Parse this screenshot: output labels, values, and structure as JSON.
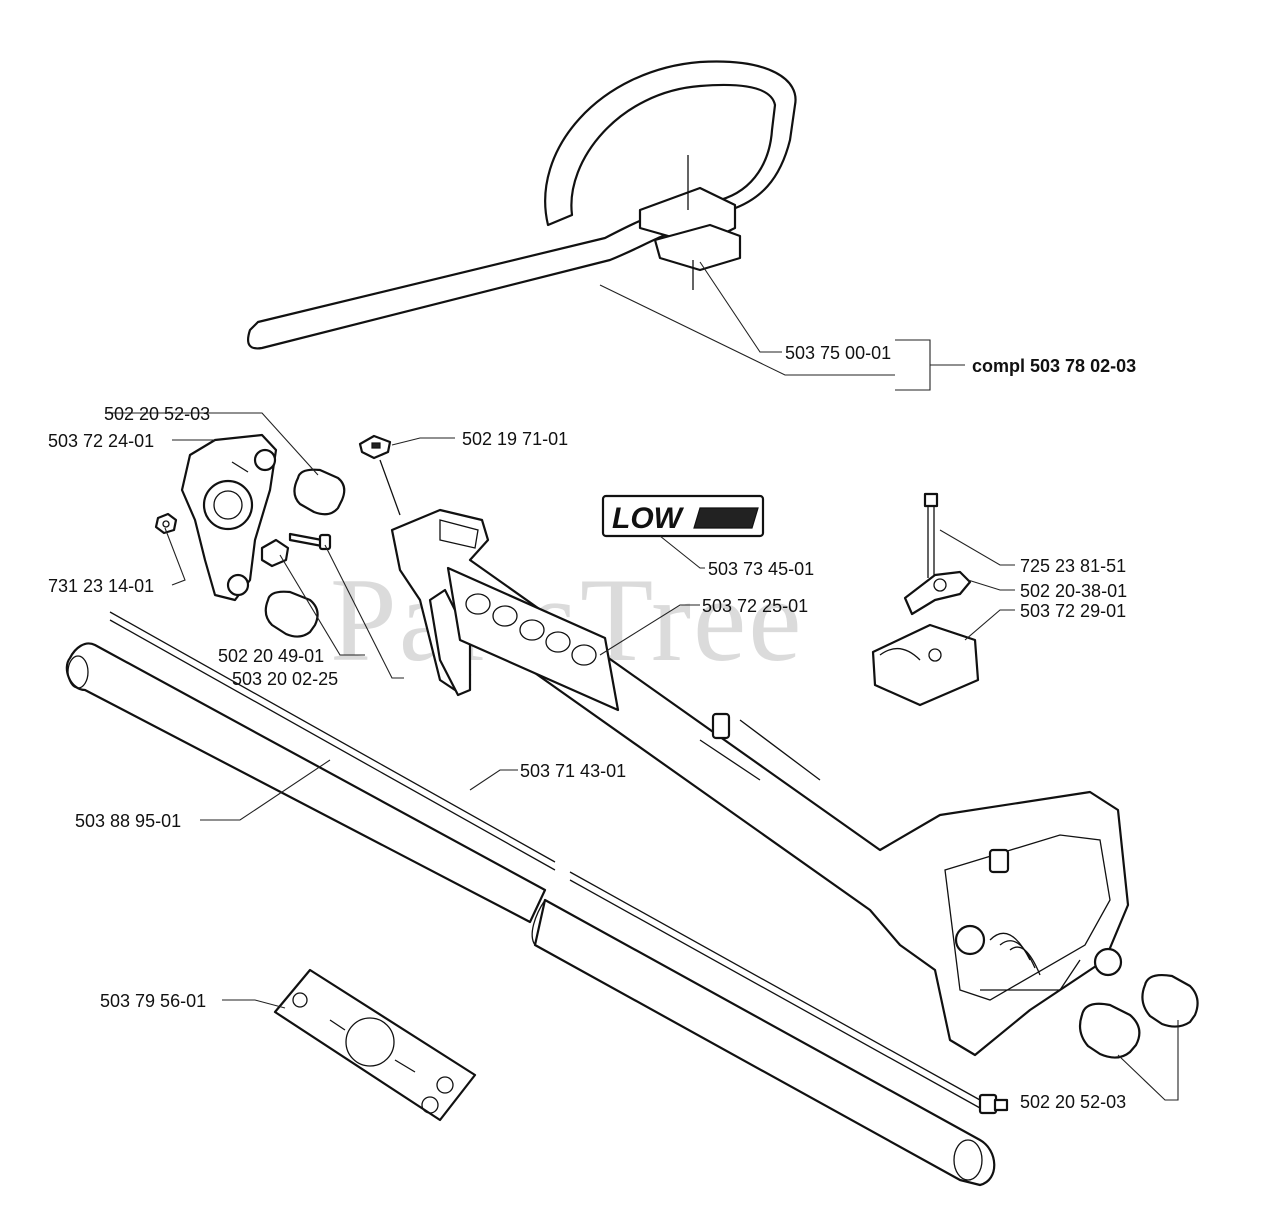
{
  "watermark": "PartsTree",
  "logo": {
    "text": "LOW"
  },
  "assembly": {
    "label": "compl 503 78 02-03"
  },
  "callouts": {
    "handle": "503 75 00-01",
    "cap_top": "502 20 52-03",
    "bearing_housing": "503 72 24-01",
    "nut_small": "502 19 71-01",
    "nut_hex": "731 23 14-01",
    "decal_low": "503 73 45-01",
    "bolt": "725 23 81-51",
    "knob": "502 20-38-01",
    "clamp": "503 72 29-01",
    "guard": "503 72 25-01",
    "clip": "502 20 49-01",
    "screw": "503 20 02-25",
    "drive_shaft": "503 71 43-01",
    "tube": "503 88 95-01",
    "warning_decal": "503 79 56-01",
    "cap_bottom": "502 20 52-03"
  }
}
